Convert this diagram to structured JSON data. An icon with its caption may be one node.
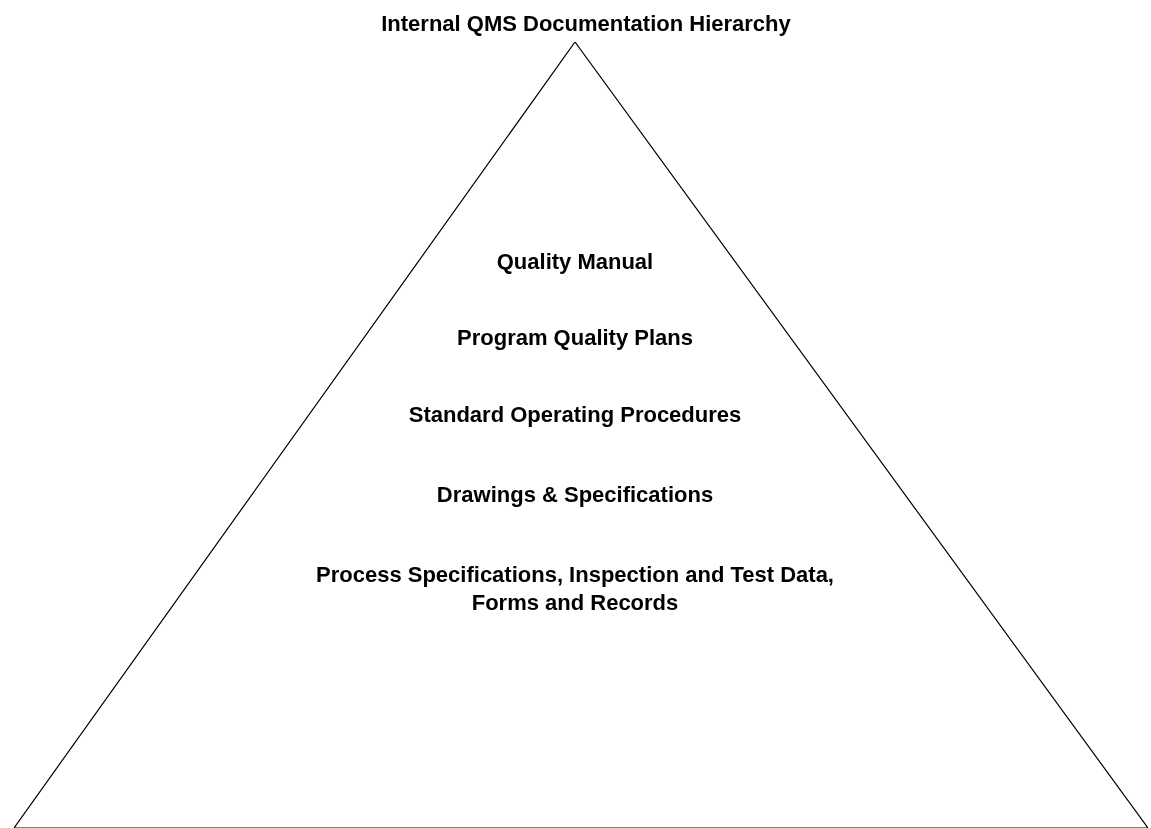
{
  "diagram": {
    "title": "Internal QMS Documentation Hierarchy",
    "nodes": [
      {
        "text": [
          "Quality Manual",
          "Program Quality Plans",
          "Standard Operating Procedures",
          "Drawings & Specifications",
          "Process Specifications, Inspection and Test Data, Forms and Records"
        ]
      }
    ]
  }
}
